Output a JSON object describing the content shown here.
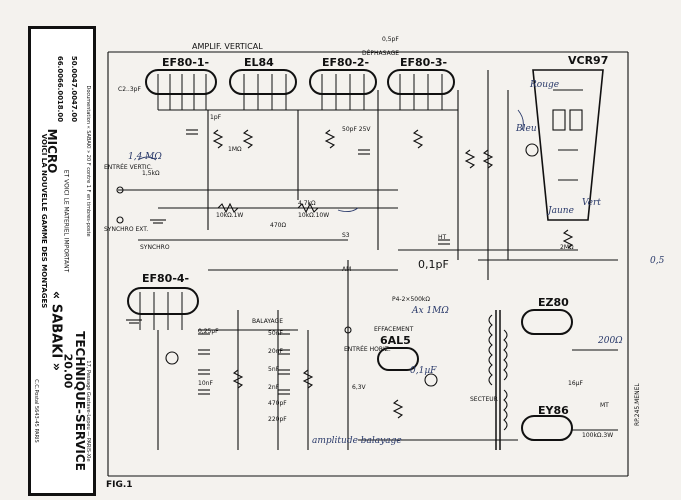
{
  "advert": {
    "headline": "VOICI LA NOUVELLE GAMME DES MONTAGES",
    "brand": "« SABAKI »",
    "subline": "ET VOICI LE MATERIEL IMPORTANT",
    "micro": "MICRO",
    "micro_price": "20.00",
    "technique": "TECHNIQUE-SERVICE",
    "address": "17, Passage Gustave-Lepeu — PARIS-XIe",
    "phone": "C.C.Postal 5643-45 PARIS",
    "prices": [
      "18.00",
      "66.00",
      "66.00",
      "47.00",
      "47.00",
      "50.00"
    ],
    "notes": "Documentation « SABAKI » 20 F contre 1 F en timbres-poste"
  },
  "schematic": {
    "section_title": "AMPLIF. VERTICAL",
    "dephasage": "DÉPHASAGE",
    "tubes": [
      "EF80-1-",
      "EL84",
      "EF80-2-",
      "EF80-3-",
      "VCR97",
      "EF80-4-",
      "6AL5",
      "EZ80",
      "EY86"
    ],
    "labels": {
      "entree_vertic": "ENTRÉE VERTIC.",
      "synchro_ext": "SYNCHRO EXT.",
      "synchro": "SYNCHRO",
      "balayage": "BALAYAGE",
      "effacement": "EFFACEMENT",
      "entree_horiz": "ENTRÉE HORIZ.",
      "secteur": "SECTEUR",
      "ht": "HT",
      "mt": "MT",
      "am": "AM",
      "s3": "S3",
      "fig": "FIG.1",
      "ref": "RP.245.MENEL"
    },
    "components": [
      "C2..3pF",
      "0,5pF",
      "1pF",
      "1MΩ",
      "10kΩ.1W",
      "10kΩ.10W",
      "4,7kΩ",
      "50pF 25V",
      "0,1pF",
      "P4-2×500kΩ",
      "0,25pF",
      "50nF",
      "20nF",
      "5nF",
      "2nF",
      "10nF",
      "470pF",
      "220pF",
      "6,3V",
      "16µF",
      "2MΩ",
      "100kΩ.3W",
      "470Ω",
      "1,5kΩ"
    ],
    "handwritten": [
      "1,4 MΩ",
      "0,1µF",
      "Ax 1MΩ",
      "Bleu",
      "Jaune",
      "Rouge",
      "Vert",
      "amplitude balayage",
      "200Ω",
      "0,5"
    ]
  }
}
